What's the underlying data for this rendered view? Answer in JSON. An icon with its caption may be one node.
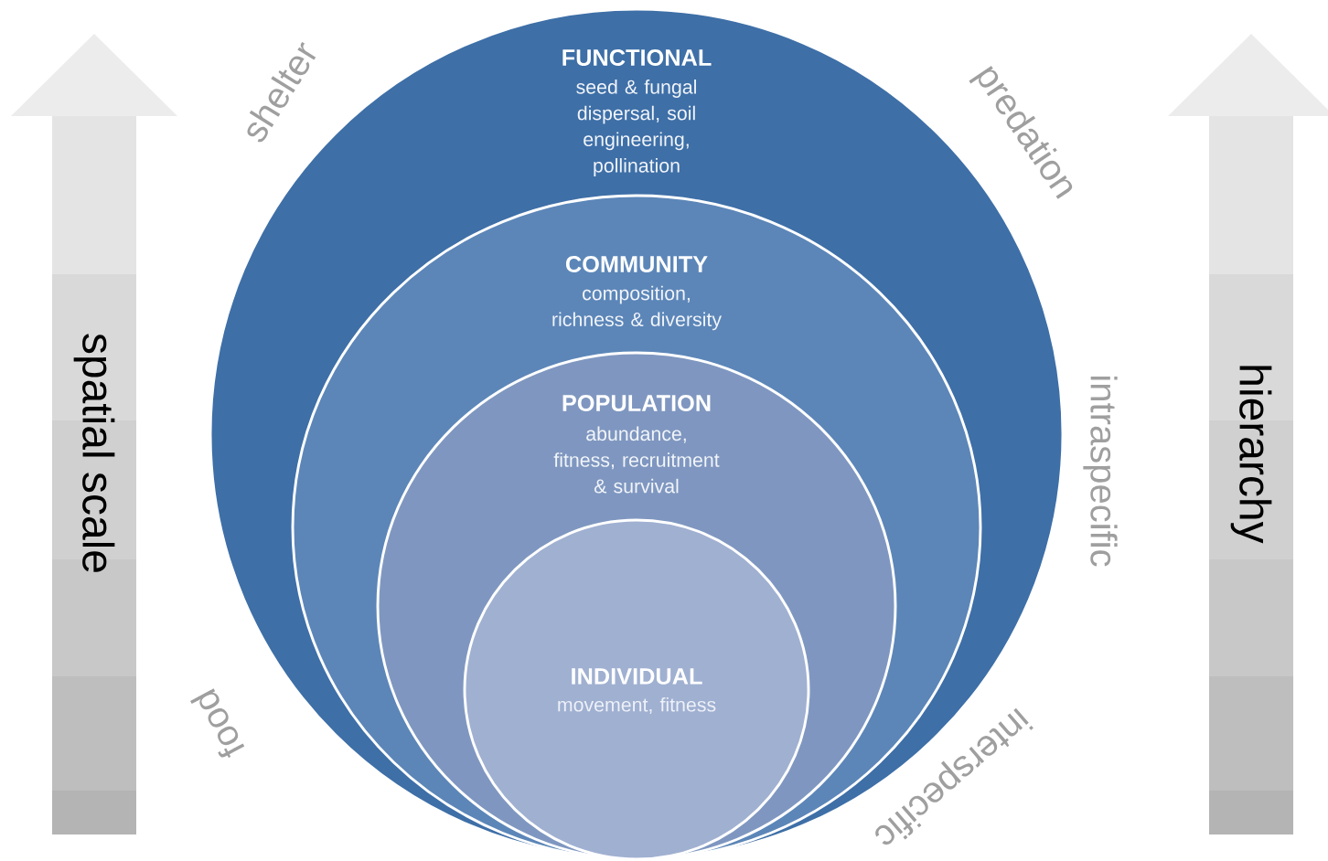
{
  "diagram": {
    "nodes": [
      {
        "text": [
          "FUNCTIONAL",
          "seed & fungal dispersal, soil engineering, pollination"
        ]
      },
      {
        "text": [
          "COMMUNITY",
          "composition, richness & diversity"
        ],
        "in": 0
      },
      {
        "text": [
          "POPULATION",
          "abundance, fitness, recruitment & survival"
        ],
        "in": 1
      },
      {
        "text": [
          "INDIVIDUAL",
          "movement, fitness"
        ],
        "in": 2
      },
      {
        "text": [
          "spatial scale"
        ]
      },
      {
        "text": [
          "hierarchy"
        ]
      }
    ],
    "labels": [
      "shelter",
      "predation",
      "intraspecific",
      "food",
      "interspecific"
    ]
  }
}
